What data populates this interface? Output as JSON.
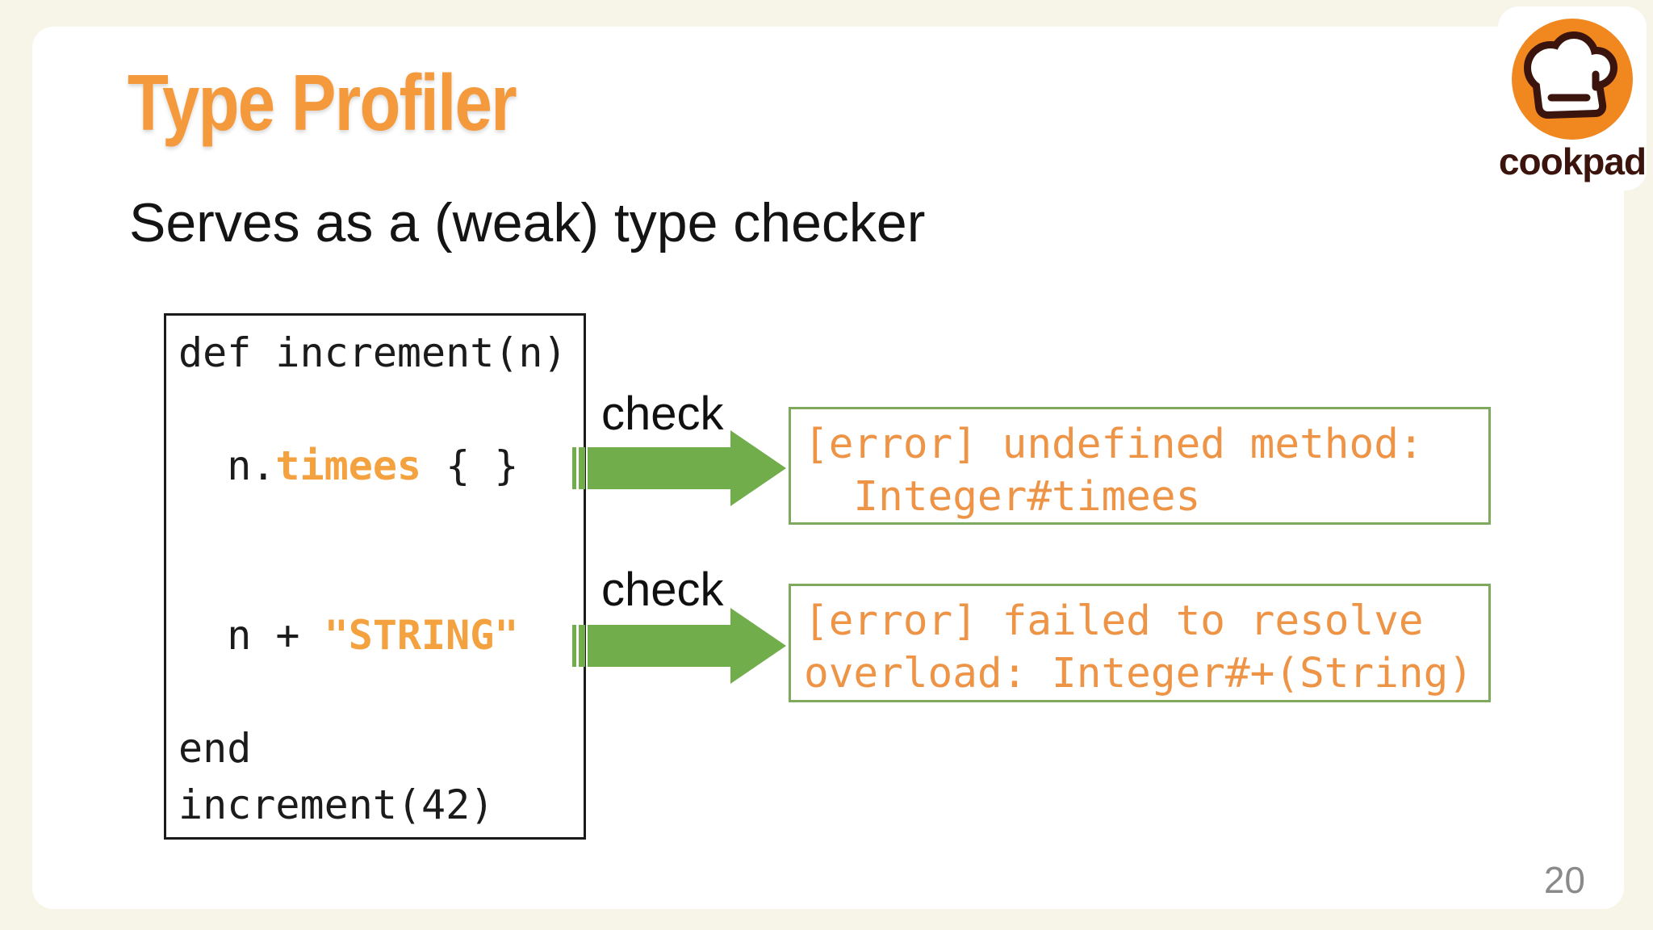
{
  "slide": {
    "title": "Type Profiler",
    "subtitle": "Serves as a (weak) type checker",
    "page_number": "20"
  },
  "logo": {
    "brand": "cookpad",
    "icon": "chef-hat-icon"
  },
  "code": {
    "l1": "def increment(n)",
    "l3a": "  n.",
    "l3b": "timees",
    "l3c": " { }",
    "l6a": "  n + ",
    "l6b": "\"STRING\"",
    "l8": "end",
    "l9": "increment(42)"
  },
  "checks": [
    {
      "label": "check"
    },
    {
      "label": "check"
    }
  ],
  "errors": [
    {
      "line1": "[error] undefined method:",
      "line2": "  Integer#timees"
    },
    {
      "line1": "[error] failed to resolve",
      "line2": "overload: Integer#+(String)"
    }
  ],
  "colors": {
    "background": "#F6F5E8",
    "slide": "#FFFFFF",
    "title_orange": "#F59A3C",
    "code_highlight_orange": "#F4A13F",
    "error_text_orange": "#EE9446",
    "arrow_green": "#72AD4B",
    "error_border_green": "#7FA95C",
    "code_border": "#1B1B1B",
    "logo_orange": "#F0871F",
    "logo_brown": "#3B140D",
    "page_number_gray": "#8A8A8A"
  }
}
